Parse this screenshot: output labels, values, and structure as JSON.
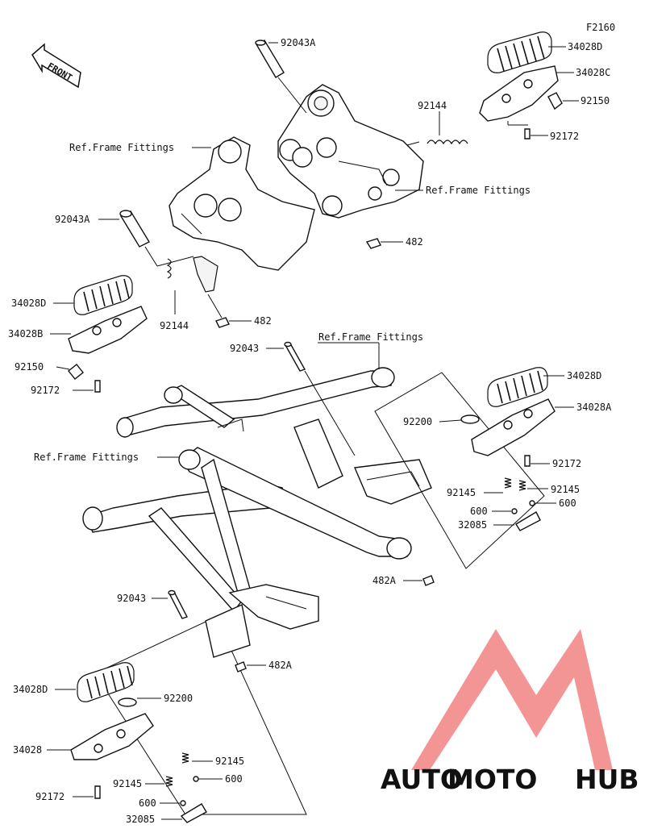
{
  "diagram_code": "F2160",
  "front_marker": "FRONT",
  "labels": {
    "l_92043A_top": "92043A",
    "l_34028D_tr": "34028D",
    "l_34028C": "34028C",
    "l_92150_tr": "92150",
    "l_92144_tr": "92144",
    "l_92172_tr": "92172",
    "l_ref_left": "Ref.Frame Fittings",
    "l_ref_right": "Ref.Frame Fittings",
    "l_92043A_left": "92043A",
    "l_482_right": "482",
    "l_34028D_ml": "34028D",
    "l_34028B": "34028B",
    "l_92144_ml": "92144",
    "l_482_left": "482",
    "l_92150_ml": "92150",
    "l_92172_ml": "92172",
    "l_92043_mid": "92043",
    "l_ref_center": "Ref.Frame Fittings",
    "l_34028D_mr": "34028D",
    "l_92200_mr": "92200",
    "l_34028A": "34028A",
    "l_ref_frame": "Ref.Frame Fittings",
    "l_92172_mr": "92172",
    "l_92145_a": "92145",
    "l_92145_b": "92145",
    "l_600_a": "600",
    "l_600_b": "600",
    "l_32085_mr": "32085",
    "l_482A_mid": "482A",
    "l_92043_low": "92043",
    "l_482A_low": "482A",
    "l_34028D_bl": "34028D",
    "l_92200_bl": "92200",
    "l_34028": "34028",
    "l_92145_c": "92145",
    "l_600_c": "600",
    "l_92145_d": "92145",
    "l_600_d": "600",
    "l_92172_bl": "92172",
    "l_32085_bl": "32085"
  },
  "watermark": {
    "part1": "AUTO",
    "part2": "MOTO",
    "part3": "HUB",
    "color_logo": "#f28a8a",
    "color_auto": "#f6c17a",
    "color_moto": "#f07a7a",
    "color_hub": "#9a9a9a"
  }
}
